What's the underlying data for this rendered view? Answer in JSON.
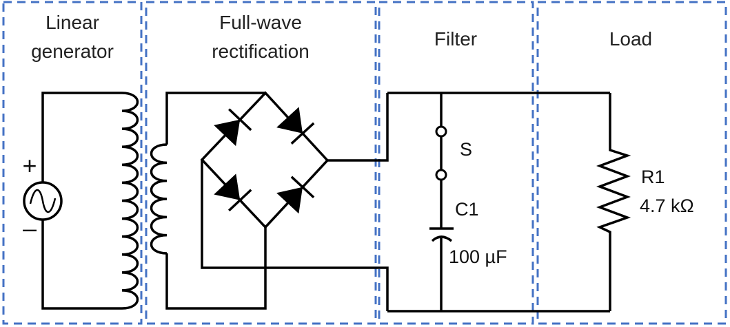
{
  "sections": [
    {
      "title_lines": [
        "Linear",
        "generator"
      ]
    },
    {
      "title_lines": [
        "Full-wave",
        "rectification"
      ]
    },
    {
      "title_lines": [
        "Filter"
      ]
    },
    {
      "title_lines": [
        "Load"
      ]
    }
  ],
  "components": {
    "source": {
      "plus": "+",
      "minus": "–"
    },
    "switch": {
      "label": "S"
    },
    "capacitor": {
      "label": "C1",
      "value": "100 µF"
    },
    "resistor": {
      "label": "R1",
      "value": "4.7 kΩ"
    }
  },
  "colors": {
    "section_border": "#4472c4",
    "wire": "#000000"
  }
}
